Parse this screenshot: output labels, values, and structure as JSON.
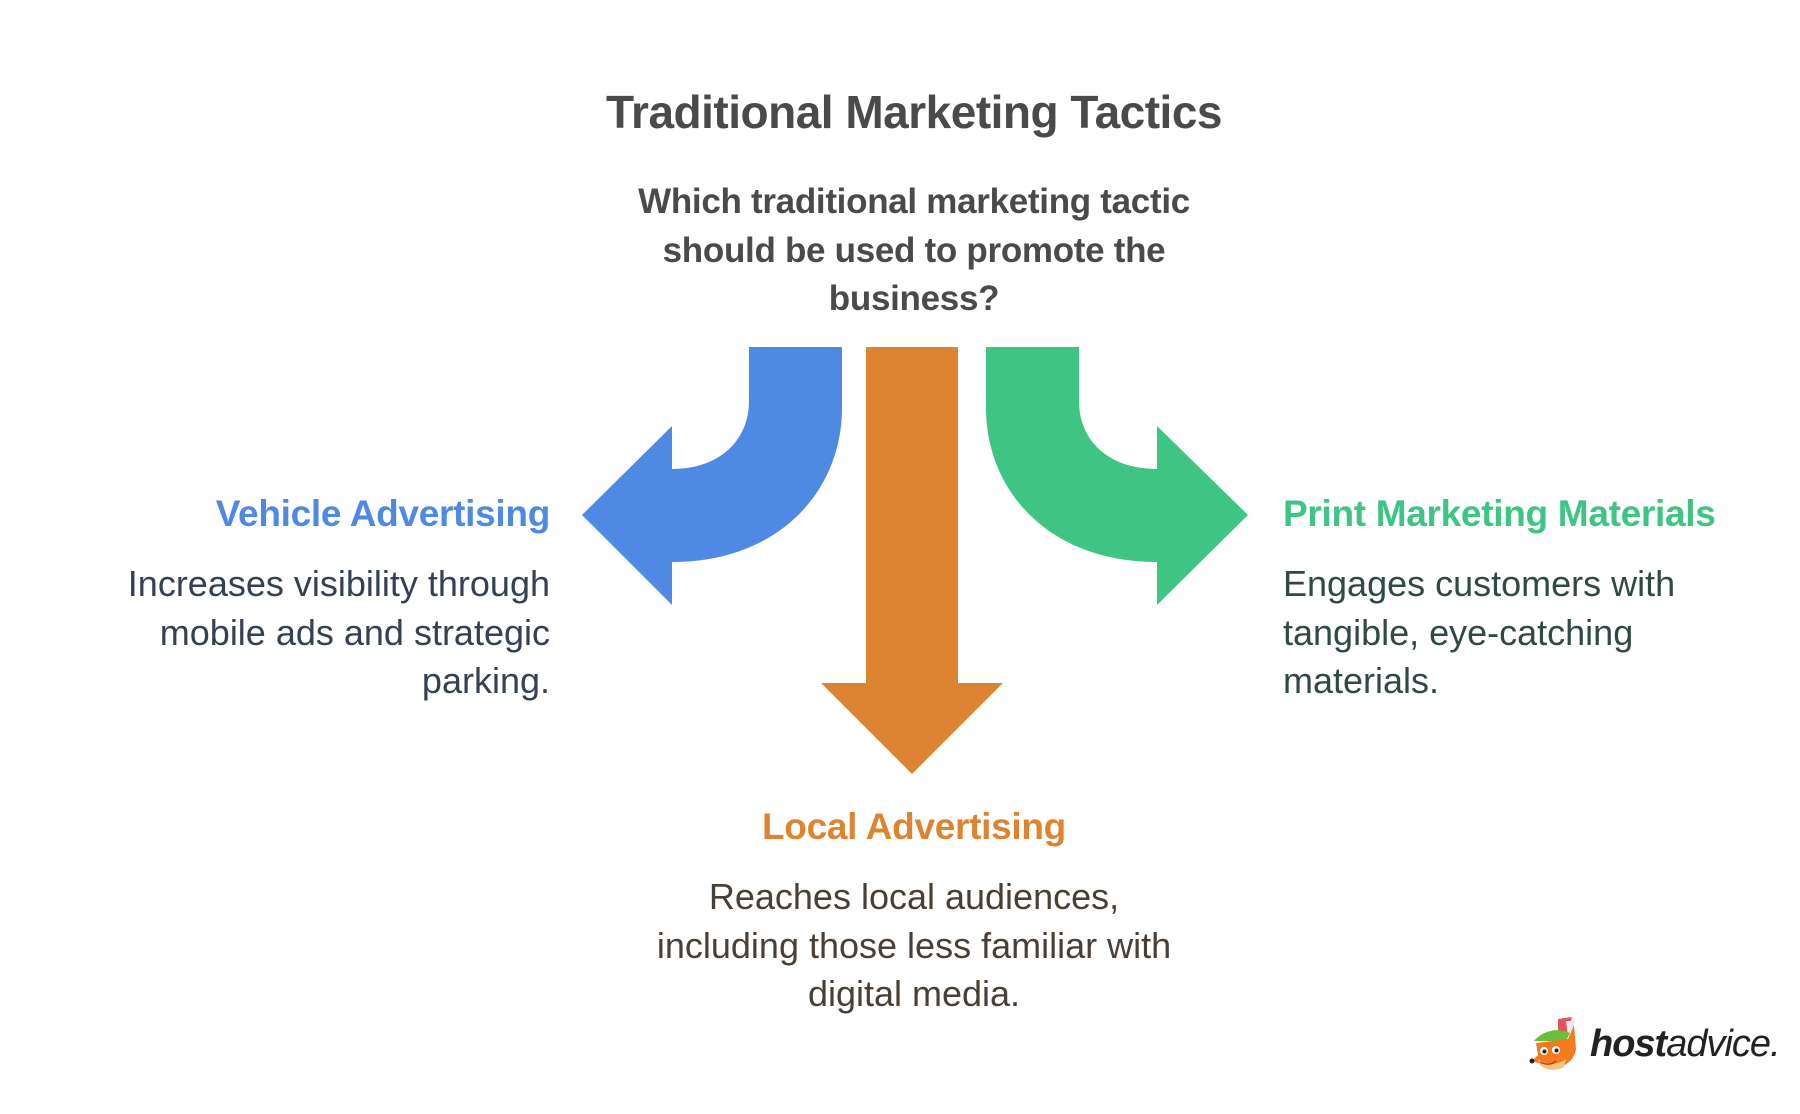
{
  "title": "Traditional Marketing Tactics",
  "question": "Which traditional marketing tactic should be used to promote the business?",
  "colors": {
    "left": "#4f89e4",
    "center": "#dd8433",
    "right": "#3ec583",
    "title": "#4a4a4a"
  },
  "options": {
    "left": {
      "heading": "Vehicle Advertising",
      "body": "Increases visibility through mobile ads and strategic parking.",
      "arrow_direction": "left",
      "icon": "curved-arrow-left-icon"
    },
    "center": {
      "heading": "Local Advertising",
      "body": "Reaches local audiences, including those less familiar with digital media.",
      "arrow_direction": "down",
      "icon": "arrow-down-icon"
    },
    "right": {
      "heading": "Print Marketing Materials",
      "body": "Engages customers with tangible, eye-catching materials.",
      "arrow_direction": "right",
      "icon": "curved-arrow-right-icon"
    }
  },
  "logo": {
    "bold": "host",
    "regular": "advice.",
    "icon": "fox-mascot-icon"
  }
}
